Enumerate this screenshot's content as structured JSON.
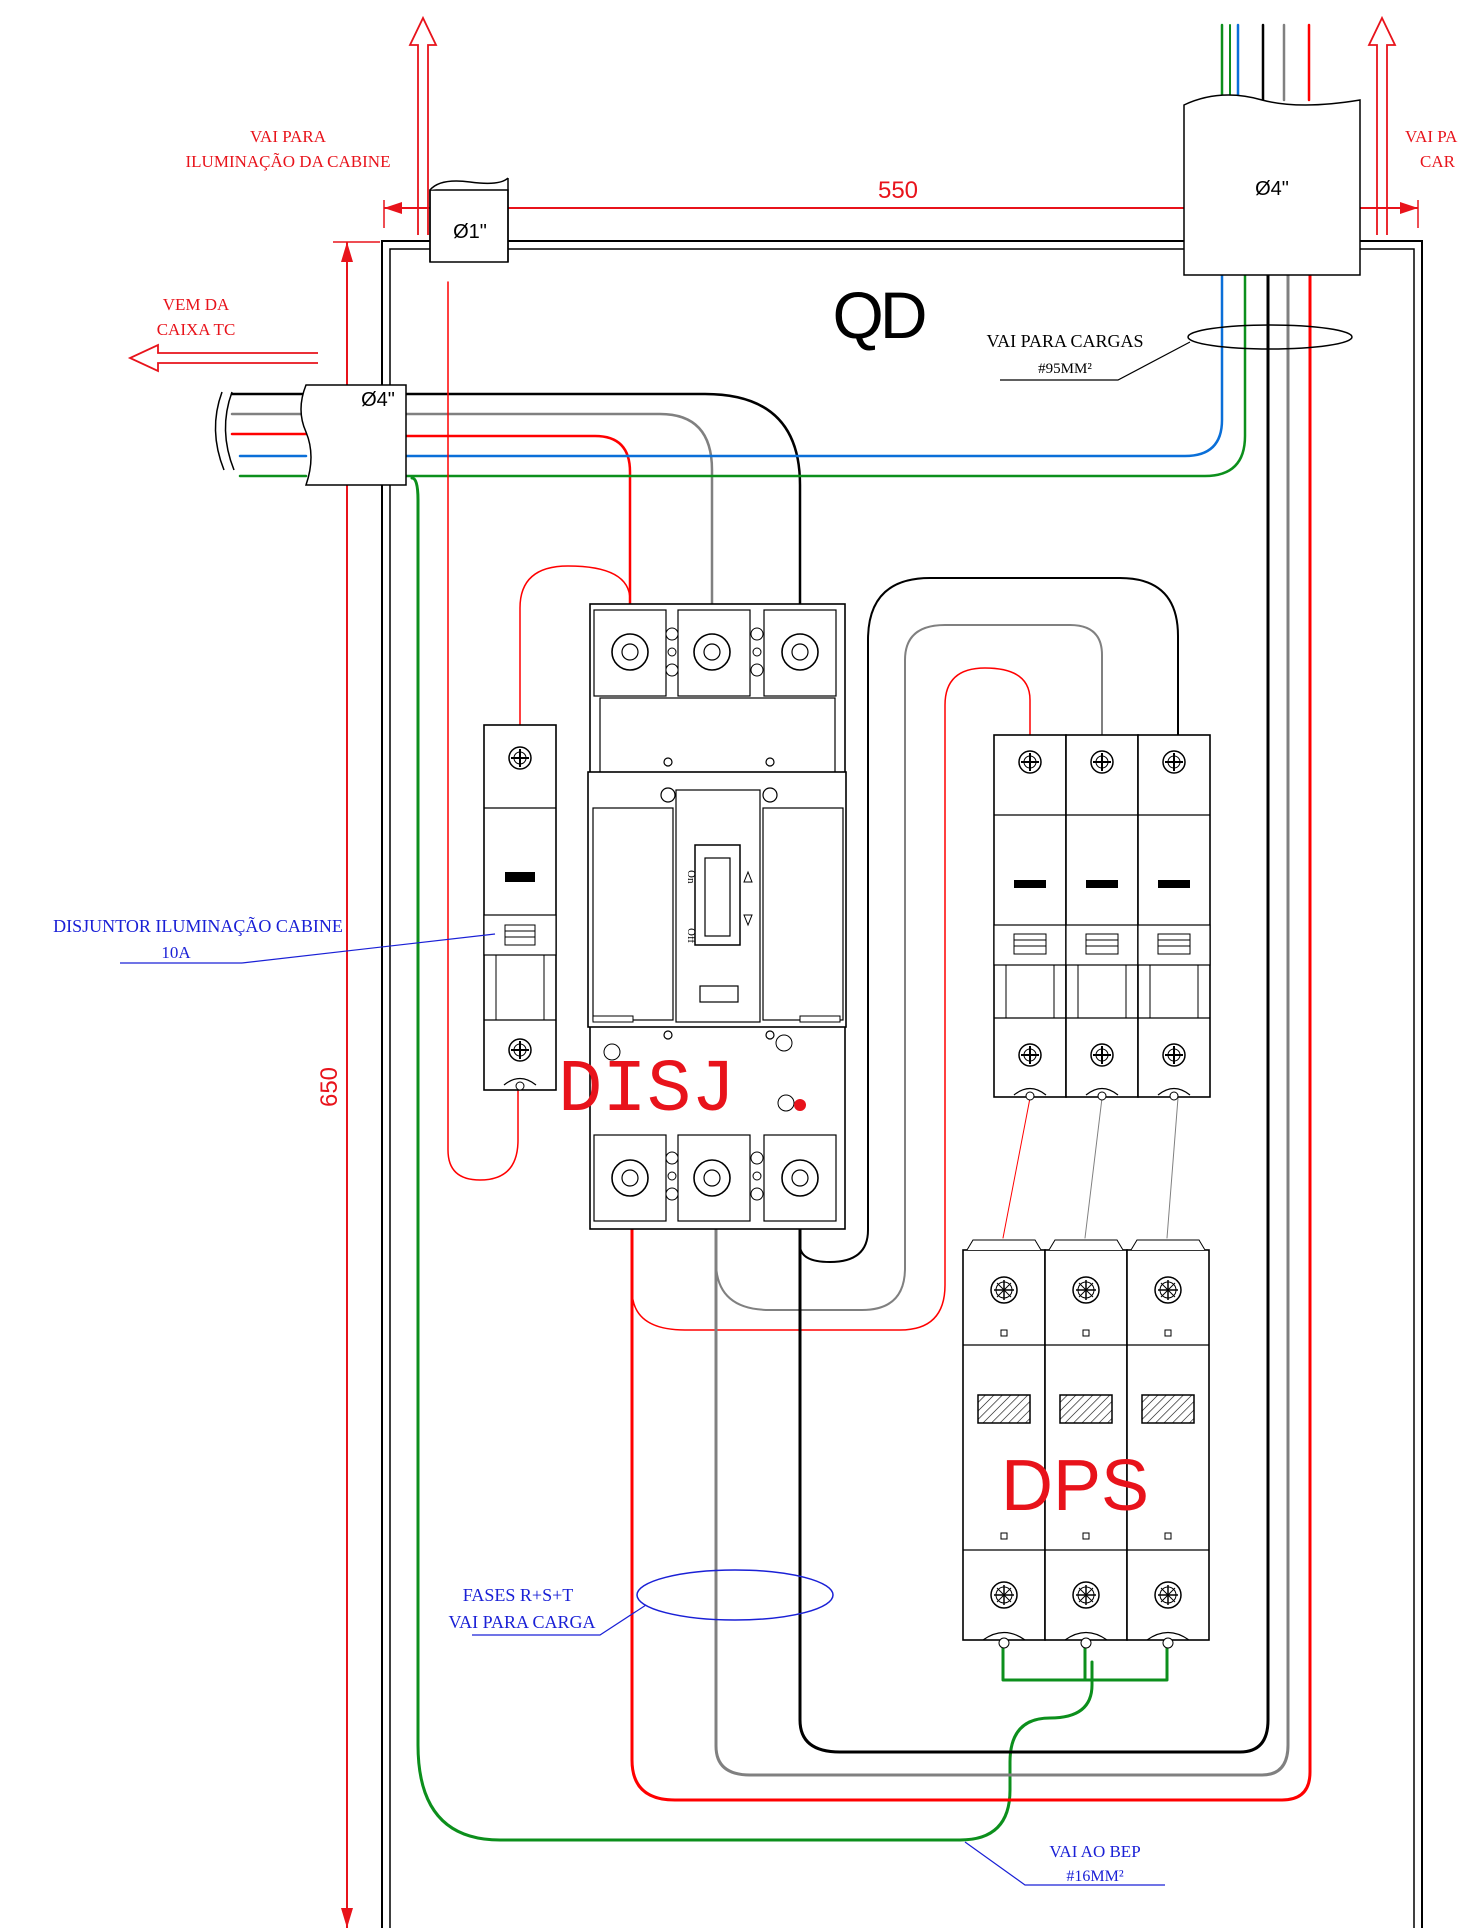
{
  "panel": {
    "title": "QD"
  },
  "dimensions": {
    "width": "550",
    "height": "650"
  },
  "conduits": {
    "left_top": "Ø1\"",
    "right_top": "Ø4\"",
    "left_entry": "Ø4\""
  },
  "labels": {
    "cabine_line1": "VAI PARA",
    "cabine_line2": "ILUMINAÇÃO DA CABINE",
    "right_line1": "VAI PA",
    "right_line2": "CAR",
    "tc_line1": "VEM DA",
    "tc_line2": "CAIXA TC",
    "cargas_line1": "VAI PARA CARGAS",
    "cargas_line2": "#95MM²",
    "disj_ilum_line1": "DISJUNTOR ILUMINAÇÃO CABINE",
    "disj_ilum_line2": "10A",
    "fases_line1": "FASES R+S+T",
    "fases_line2": "VAI PARA CARGA",
    "bep_line1": "VAI AO BEP",
    "bep_line2": "#16MM²"
  },
  "components": {
    "disj_label": "DISJ",
    "dps_label": "DPS",
    "switch_on": "On",
    "switch_off": "Off"
  },
  "colors": {
    "red": "#e8131b",
    "blue": "#1a20d6",
    "wire_black": "#000000",
    "wire_gray": "#808080",
    "wire_red": "#ff0000",
    "wire_blue": "#0a6fd8",
    "wire_green": "#0c8f1c"
  }
}
